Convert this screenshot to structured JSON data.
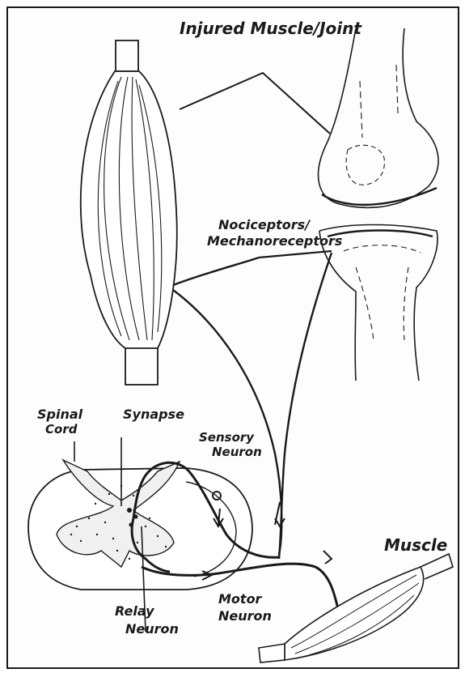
{
  "labels": {
    "injured": "Injured Muscle/Joint",
    "receptors_line1": "Nociceptors/",
    "receptors_line2": "Mechanoreceptors",
    "spinal_line1": "Spinal",
    "spinal_line2": "Cord",
    "synapse": "Synapse",
    "sensory_line1": "Sensory",
    "sensory_line2": "Neuron",
    "relay_line1": "Relay",
    "relay_line2": "Neuron",
    "motor_line1": "Motor",
    "motor_line2": "Neuron",
    "muscle": "Muscle"
  }
}
